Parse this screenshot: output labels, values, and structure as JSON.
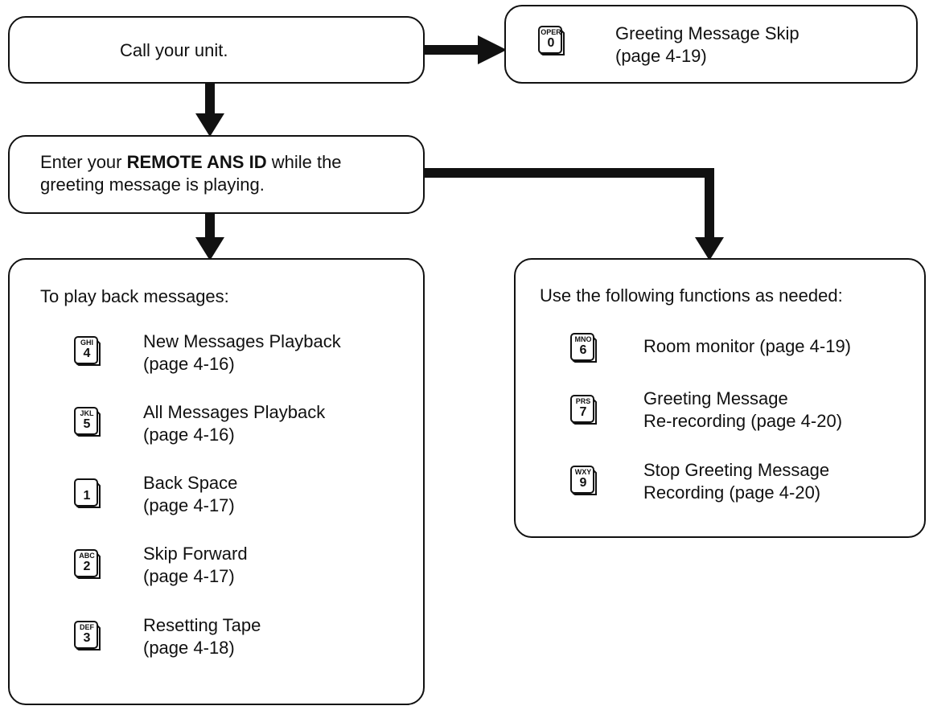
{
  "call_box": {
    "text": "Call your unit."
  },
  "skip_box": {
    "key": {
      "letters": "OPER",
      "number": "0"
    },
    "line1": "Greeting Message Skip",
    "line2": "(page 4-19)"
  },
  "enter_box": {
    "line1_pre": "Enter your ",
    "line1_bold": "REMOTE ANS ID",
    "line1_post": " while the",
    "line2": "greeting message is playing."
  },
  "playback_box": {
    "heading": "To play back messages:",
    "items": [
      {
        "letters": "GHI",
        "number": "4",
        "line1": "New Messages Playback",
        "line2": "(page 4-16)"
      },
      {
        "letters": "JKL",
        "number": "5",
        "line1": "All Messages Playback",
        "line2": "(page 4-16)"
      },
      {
        "letters": "",
        "number": "1",
        "line1": "Back Space",
        "line2": "(page 4-17)"
      },
      {
        "letters": "ABC",
        "number": "2",
        "line1": "Skip Forward",
        "line2": "(page 4-17)"
      },
      {
        "letters": "DEF",
        "number": "3",
        "line1": "Resetting Tape",
        "line2": "(page 4-18)"
      }
    ]
  },
  "functions_box": {
    "heading": "Use the following functions as needed:",
    "items": [
      {
        "letters": "MNO",
        "number": "6",
        "line1": "Room monitor (page 4-19)",
        "line2": ""
      },
      {
        "letters": "PRS",
        "number": "7",
        "line1": "Greeting Message",
        "line2": "Re-recording (page 4-20)"
      },
      {
        "letters": "WXY",
        "number": "9",
        "line1": "Stop Greeting Message",
        "line2": "Recording (page 4-20)"
      }
    ]
  }
}
